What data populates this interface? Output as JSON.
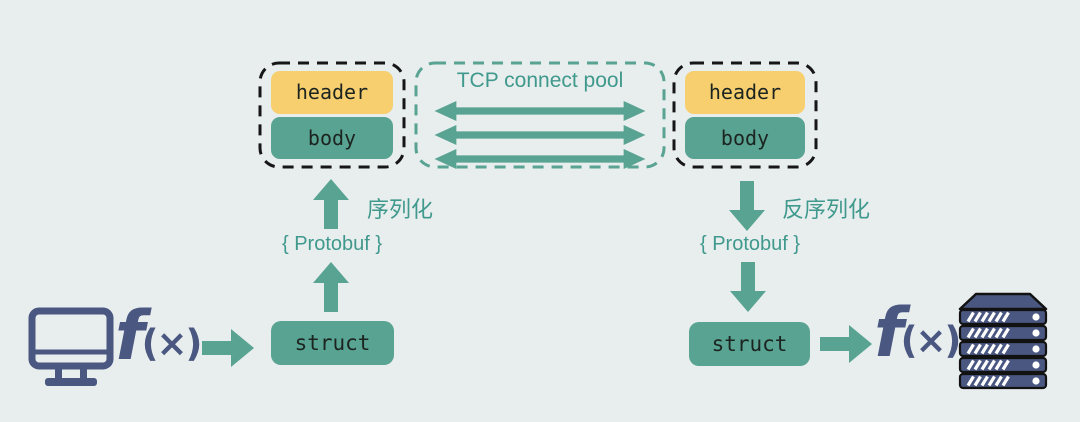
{
  "colors": {
    "background": "#e8edee",
    "teal": "#58a392",
    "teal-text": "#3f998c",
    "yellow": "#f7cf6f",
    "navy": "#4a5781",
    "outline": "#161616",
    "chip-text": "#1c2420"
  },
  "client": {
    "icon": "monitor-icon",
    "function_f": "f",
    "function_args": "(×)"
  },
  "server": {
    "icon": "server-rack-icon",
    "function_f": "f",
    "function_args": "(×)"
  },
  "request_packet": {
    "header": "header",
    "body": "body"
  },
  "response_packet": {
    "header": "header",
    "body": "body"
  },
  "pool": {
    "title": "TCP connect pool",
    "connection_count": 3
  },
  "serialize_flow": {
    "struct": "struct",
    "protobuf": "{ Protobuf }",
    "label": "序列化"
  },
  "deserialize_flow": {
    "struct": "struct",
    "protobuf": "{ Protobuf }",
    "label": "反序列化"
  }
}
